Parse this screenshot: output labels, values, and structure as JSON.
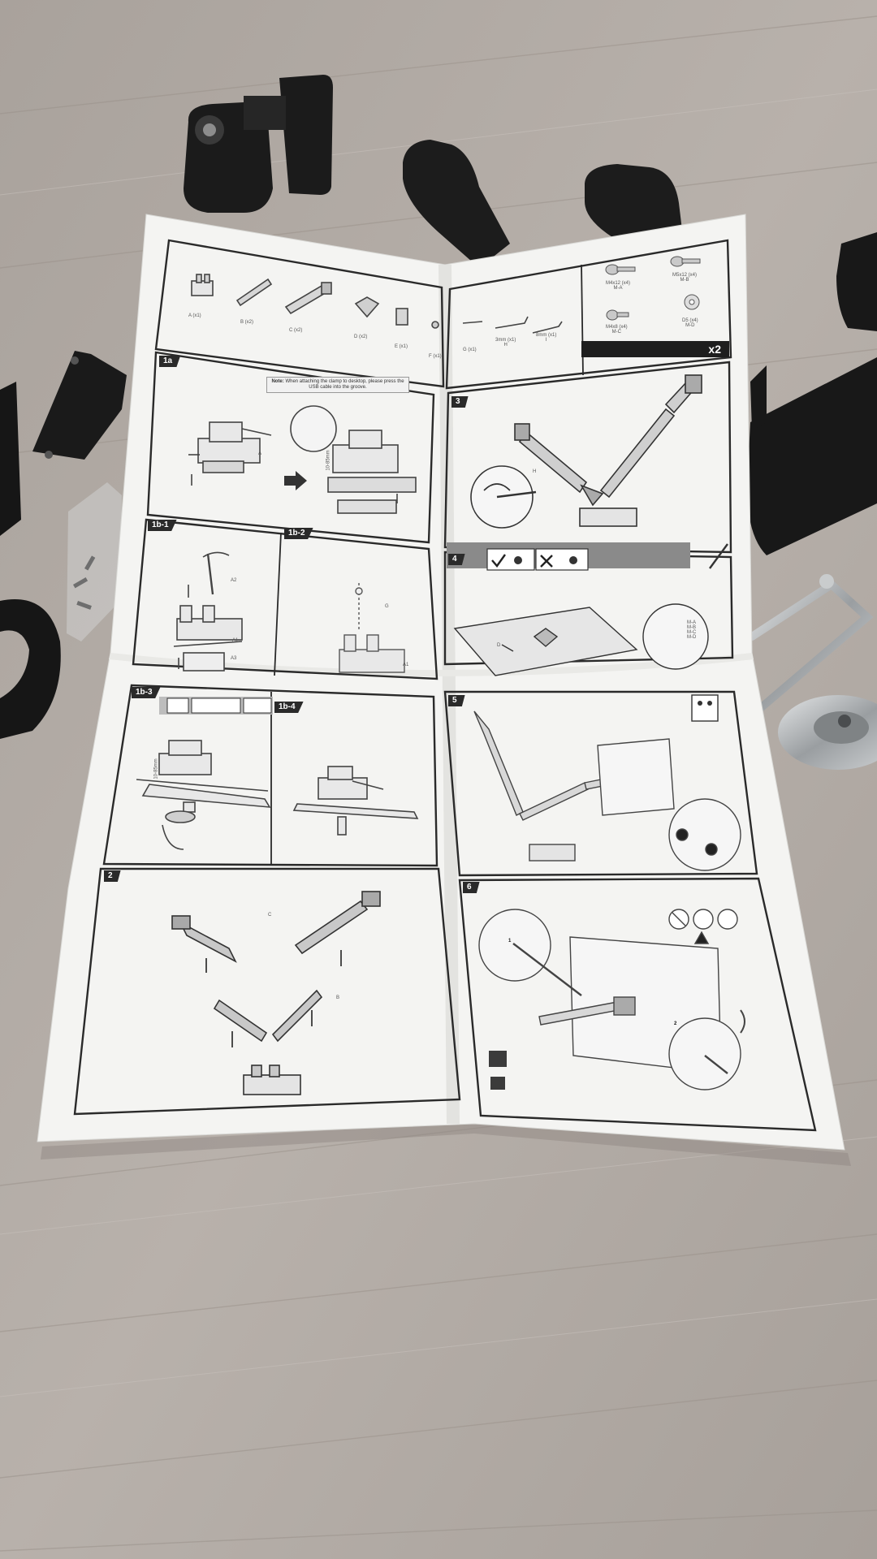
{
  "sheet": {
    "parts": [
      {
        "id": "part-a",
        "label": "A (x1)"
      },
      {
        "id": "part-b",
        "label": "B (x2)"
      },
      {
        "id": "part-c",
        "label": "C (x2)"
      },
      {
        "id": "part-d",
        "label": "D (x2)"
      },
      {
        "id": "part-e",
        "label": "E (x1)"
      },
      {
        "id": "part-f",
        "label": "F (x1)"
      },
      {
        "id": "part-g",
        "label": "G (x1)"
      },
      {
        "id": "part-h",
        "label": "3mm (x1)\nH"
      },
      {
        "id": "part-i",
        "label": "8mm (x1)\nI"
      }
    ],
    "screws": [
      {
        "id": "m-a",
        "label": "M4x12 (x4)\nM-A"
      },
      {
        "id": "m-b",
        "label": "M5x12 (x4)\nM-B"
      },
      {
        "id": "m-c",
        "label": "M4x8 (x4)\nM-C"
      },
      {
        "id": "m-d",
        "label": "D5 (x4)\nM-D"
      }
    ],
    "multiplier": "x2",
    "steps": {
      "s1a": "1a",
      "s1b1": "1b-1",
      "s1b2": "1b-2",
      "s1b3": "1b-3",
      "s1b4": "1b-4",
      "s2": "2",
      "s3": "3",
      "s4": "4",
      "s5": "5",
      "s6": "6"
    },
    "note": {
      "label": "Note:",
      "text": "When attaching the clamp to desktop, please press the USB cable into the groove."
    },
    "callouts": {
      "a": "A",
      "a1": "A1",
      "a2": "A2",
      "a3": "A3",
      "b": "B",
      "c": "C",
      "h": "H",
      "d": "D",
      "i": "I",
      "g": "G",
      "height1": "10-85mm",
      "height2": "10-85mm",
      "screw_list": "M-A\nM-B\nM-C\nM-D",
      "circle1": "1",
      "circle2": "2"
    }
  },
  "colors": {
    "floor": "#b2aba5",
    "paper": "#f4f4f2",
    "ink": "#2a2a2a",
    "hardware_black": "#1b1b1b",
    "metal": "#b9bcbe"
  }
}
